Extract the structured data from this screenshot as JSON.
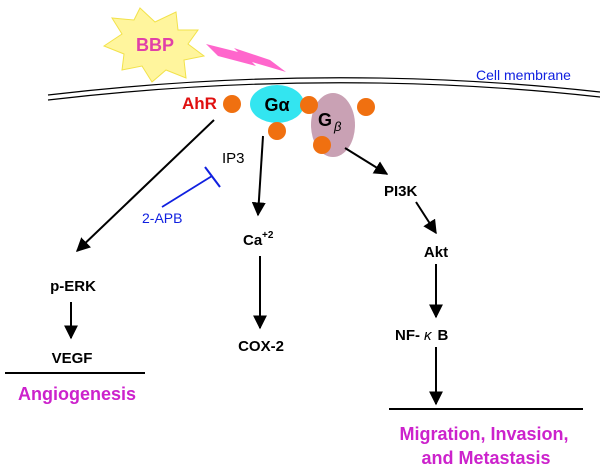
{
  "colors": {
    "bbp_fill": "#FFF59D",
    "bbp_text": "#E040A8",
    "lightning": "#FF66CC",
    "galpha_fill": "#33E5F0",
    "gbeta_fill": "#C9A1B4",
    "dot": "#F07010",
    "ahr_text": "#E01010",
    "inhibitor": "#1020E0",
    "outcome": "#CC22CC",
    "black": "#000000"
  },
  "labels": {
    "bbp": "BBP",
    "cell_membrane": "Cell membrane",
    "ahr": "AhR",
    "g_alpha": "Gα",
    "g_beta_main": "G",
    "g_beta_sub": "β",
    "ip3": "IP3",
    "apb": "2-APB",
    "pi3k": "PI3K",
    "ca_main": "Ca",
    "ca_sup": "+2",
    "perk": "p-ERK",
    "akt": "Akt",
    "cox2": "COX-2",
    "nfkb_pre": "NF-",
    "nfkb_kappa": "κ",
    "nfkb_post": "B",
    "vegf": "VEGF",
    "angiogenesis": "Angiogenesis",
    "migration_line1": "Migration, Invasion,",
    "migration_line2": "and Metastasis"
  }
}
